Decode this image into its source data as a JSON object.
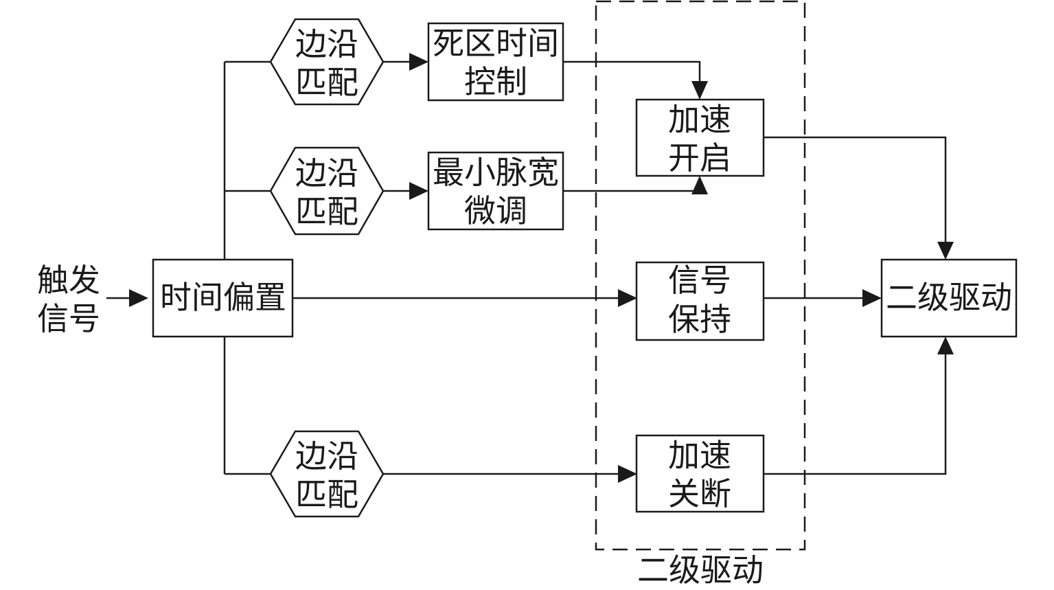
{
  "input_signal": {
    "line1": "触发",
    "line2": "信号"
  },
  "time_offset": {
    "label": "时间偏置"
  },
  "edge_match": {
    "line1": "边沿",
    "line2": "匹配"
  },
  "dead_time": {
    "line1": "死区时间",
    "line2": "控制"
  },
  "min_pulse": {
    "line1": "最小脉宽",
    "line2": "微调"
  },
  "accel_on": {
    "line1": "加速",
    "line2": "开启"
  },
  "signal_hold": {
    "line1": "信号",
    "line2": "保持"
  },
  "accel_off": {
    "line1": "加速",
    "line2": "关断"
  },
  "second_drive": {
    "label": "二级驱动"
  },
  "group_label": {
    "label": "二级驱动"
  }
}
